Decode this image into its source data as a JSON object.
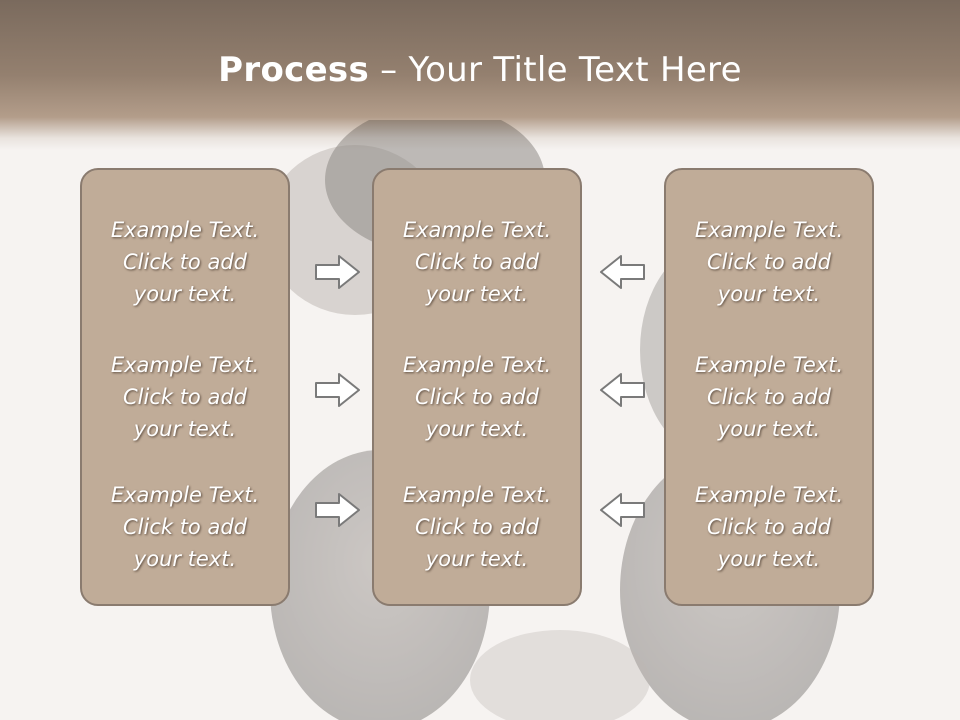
{
  "slide": {
    "title_bold": "Process",
    "title_rest": " – Your Title Text Here"
  },
  "panels": {
    "left": [
      {
        "line1": "Example Text.",
        "line2": "Click  to add",
        "line3": "your text."
      },
      {
        "line1": "Example Text.",
        "line2": "Click  to add",
        "line3": "your text."
      },
      {
        "line1": "Example Text.",
        "line2": "Click  to add",
        "line3": "your text."
      }
    ],
    "middle": [
      {
        "line1": "Example Text.",
        "line2": "Click  to add",
        "line3": "your text."
      },
      {
        "line1": "Example Text.",
        "line2": "Click  to add",
        "line3": "your text."
      },
      {
        "line1": "Example Text.",
        "line2": "Click  to add",
        "line3": "your text."
      }
    ],
    "right": [
      {
        "line1": "Example Text.",
        "line2": "Click  to add",
        "line3": "your text."
      },
      {
        "line1": "Example Text.",
        "line2": "Click  to add",
        "line3": "your text."
      },
      {
        "line1": "Example Text.",
        "line2": "Click  to add",
        "line3": "your text."
      }
    ]
  },
  "icons": {
    "right_arrows": "arrow-right-icon",
    "left_arrows": "arrow-left-icon"
  },
  "colors": {
    "header": "#94806f",
    "panel_fill": "#c0ac98",
    "panel_border": "#8a7b6f",
    "arrow_fill": "#ffffff",
    "arrow_stroke": "#7a7a7a"
  }
}
